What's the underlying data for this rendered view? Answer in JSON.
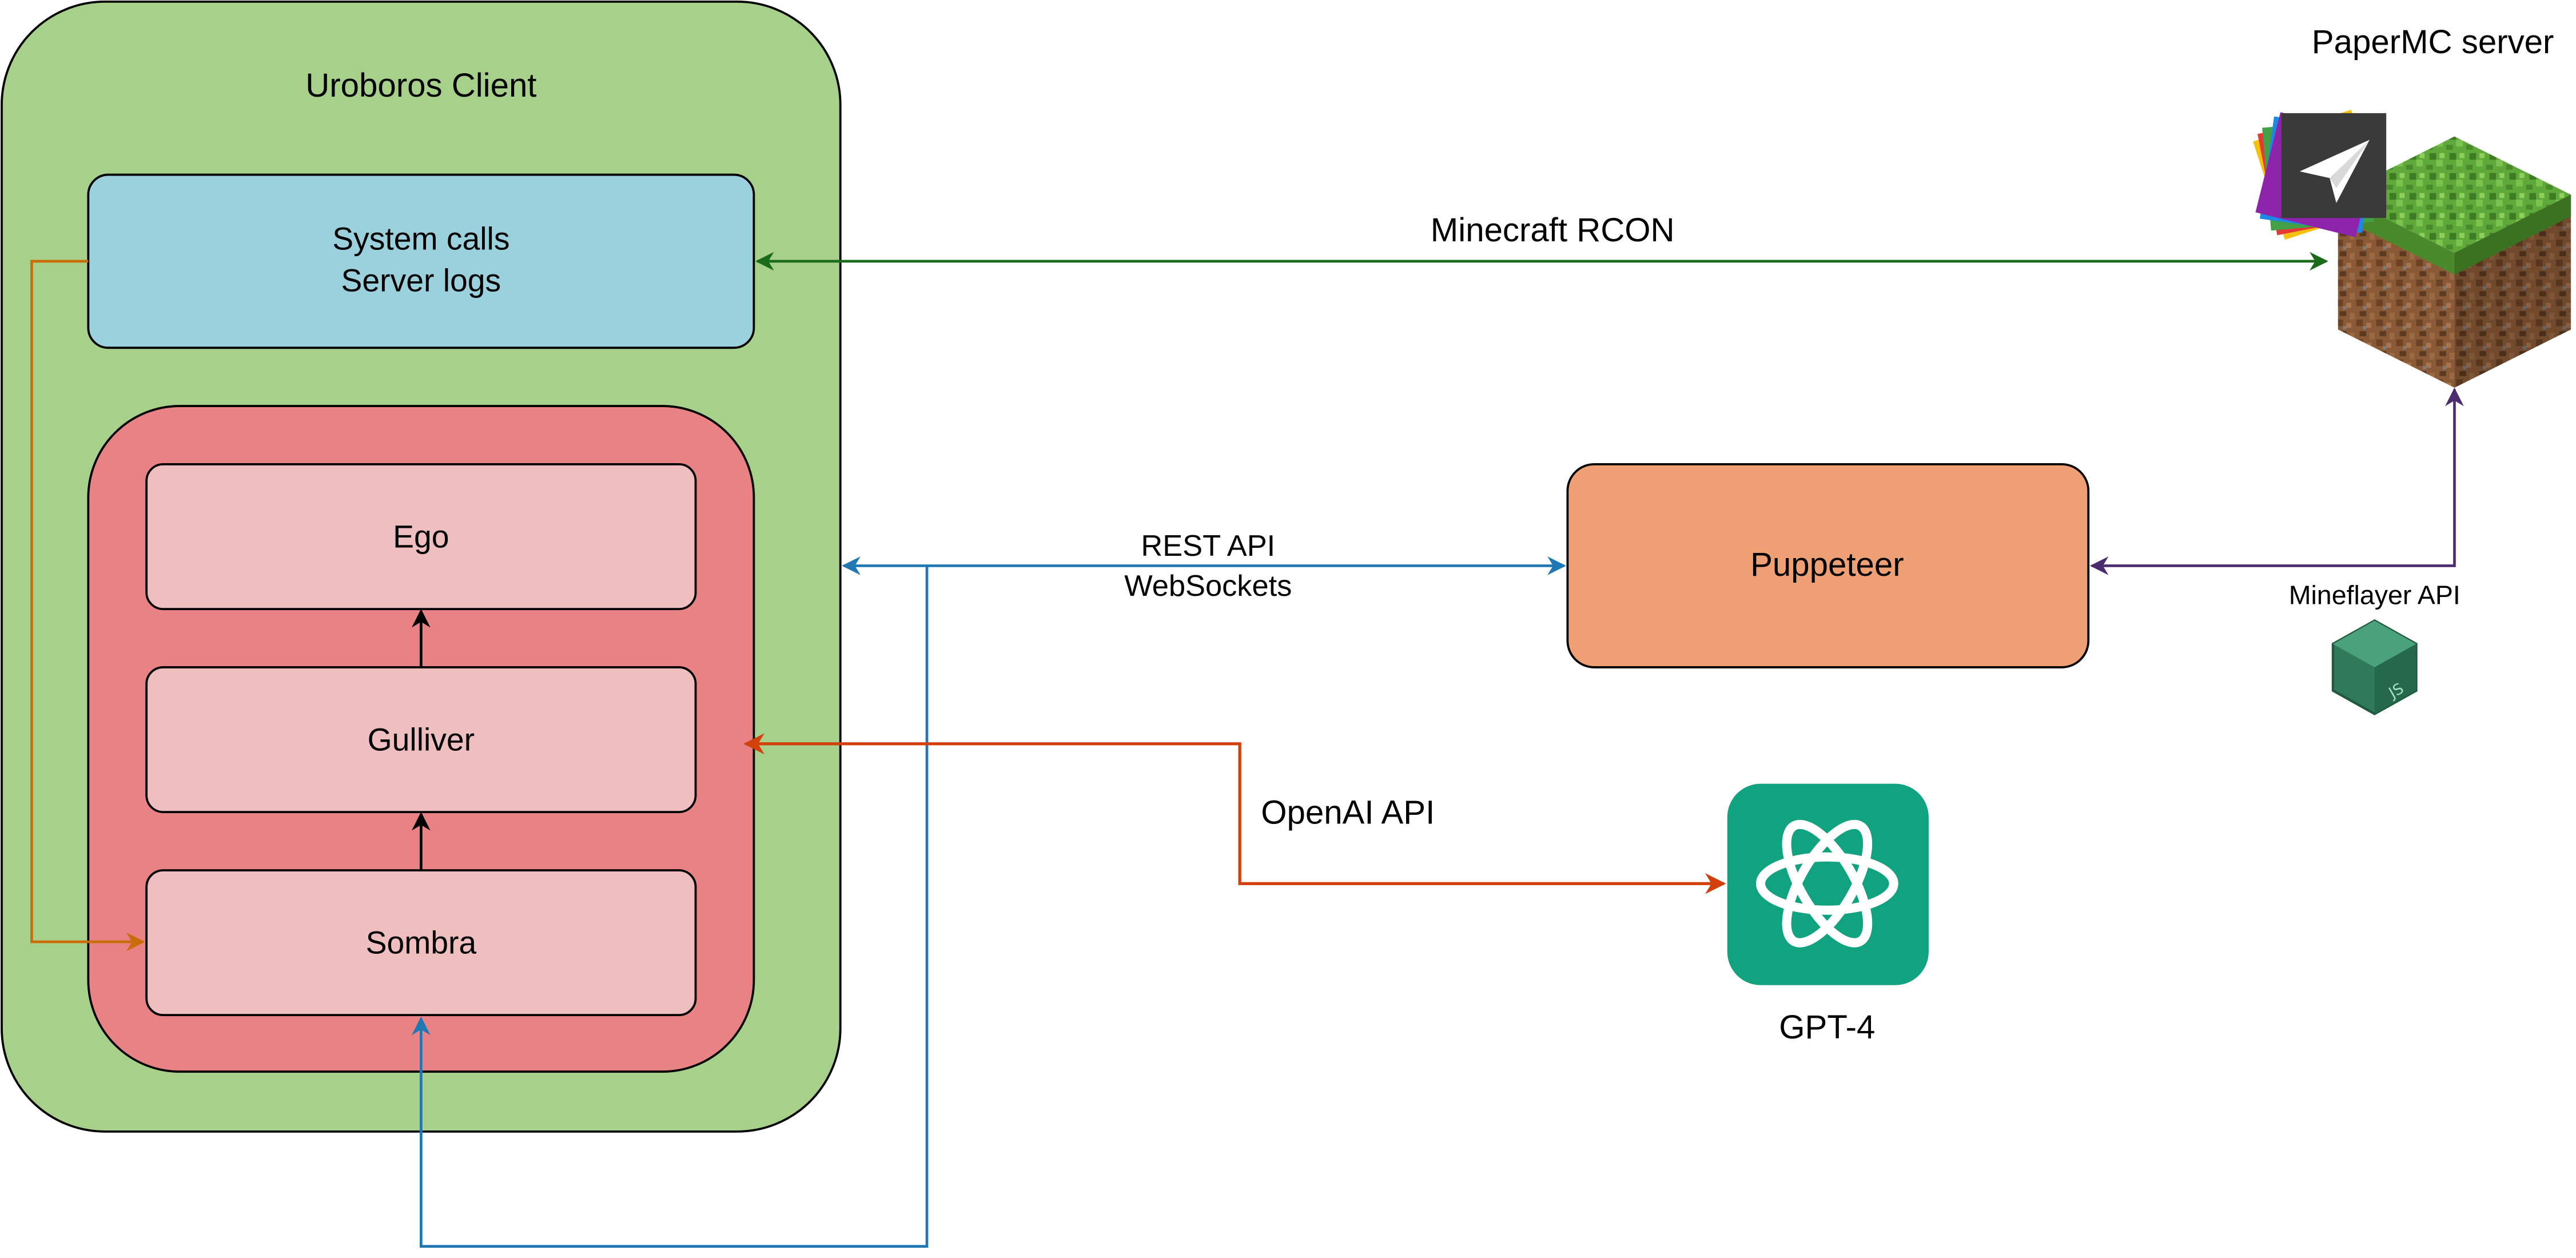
{
  "uroboros": {
    "title": "Uroboros Client",
    "system_box": {
      "line1": "System calls",
      "line2": "Server logs"
    },
    "modules": {
      "ego": "Ego",
      "gulliver": "Gulliver",
      "sombra": "Sombra"
    }
  },
  "server": {
    "label": "PaperMC server"
  },
  "puppeteer": {
    "label": "Puppeteer"
  },
  "gpt": {
    "label": "GPT-4"
  },
  "connections": {
    "rcon": "Minecraft RCON",
    "rest_line1": "REST API",
    "rest_line2": "WebSockets",
    "openai": "OpenAI API",
    "mineflayer": "Mineflayer API"
  },
  "colors": {
    "client_bg": "#a7d18a",
    "system_bg": "#9bd1dc",
    "agent_bg": "#e88284",
    "module_bg": "#efbebe",
    "puppeteer_bg": "#ee9f74",
    "gpt_bg": "#11a37f",
    "rcon_arrow": "#1a6b1a",
    "rest_arrow": "#1f77b4",
    "openai_arrow": "#d2400c",
    "mineflayer_arrow": "#4b2a6e",
    "logs_arrow": "#c96c0a"
  },
  "icons": [
    "papermc-logo-icon",
    "grass-block-icon",
    "nodejs-cube-icon",
    "openai-logo-icon"
  ]
}
